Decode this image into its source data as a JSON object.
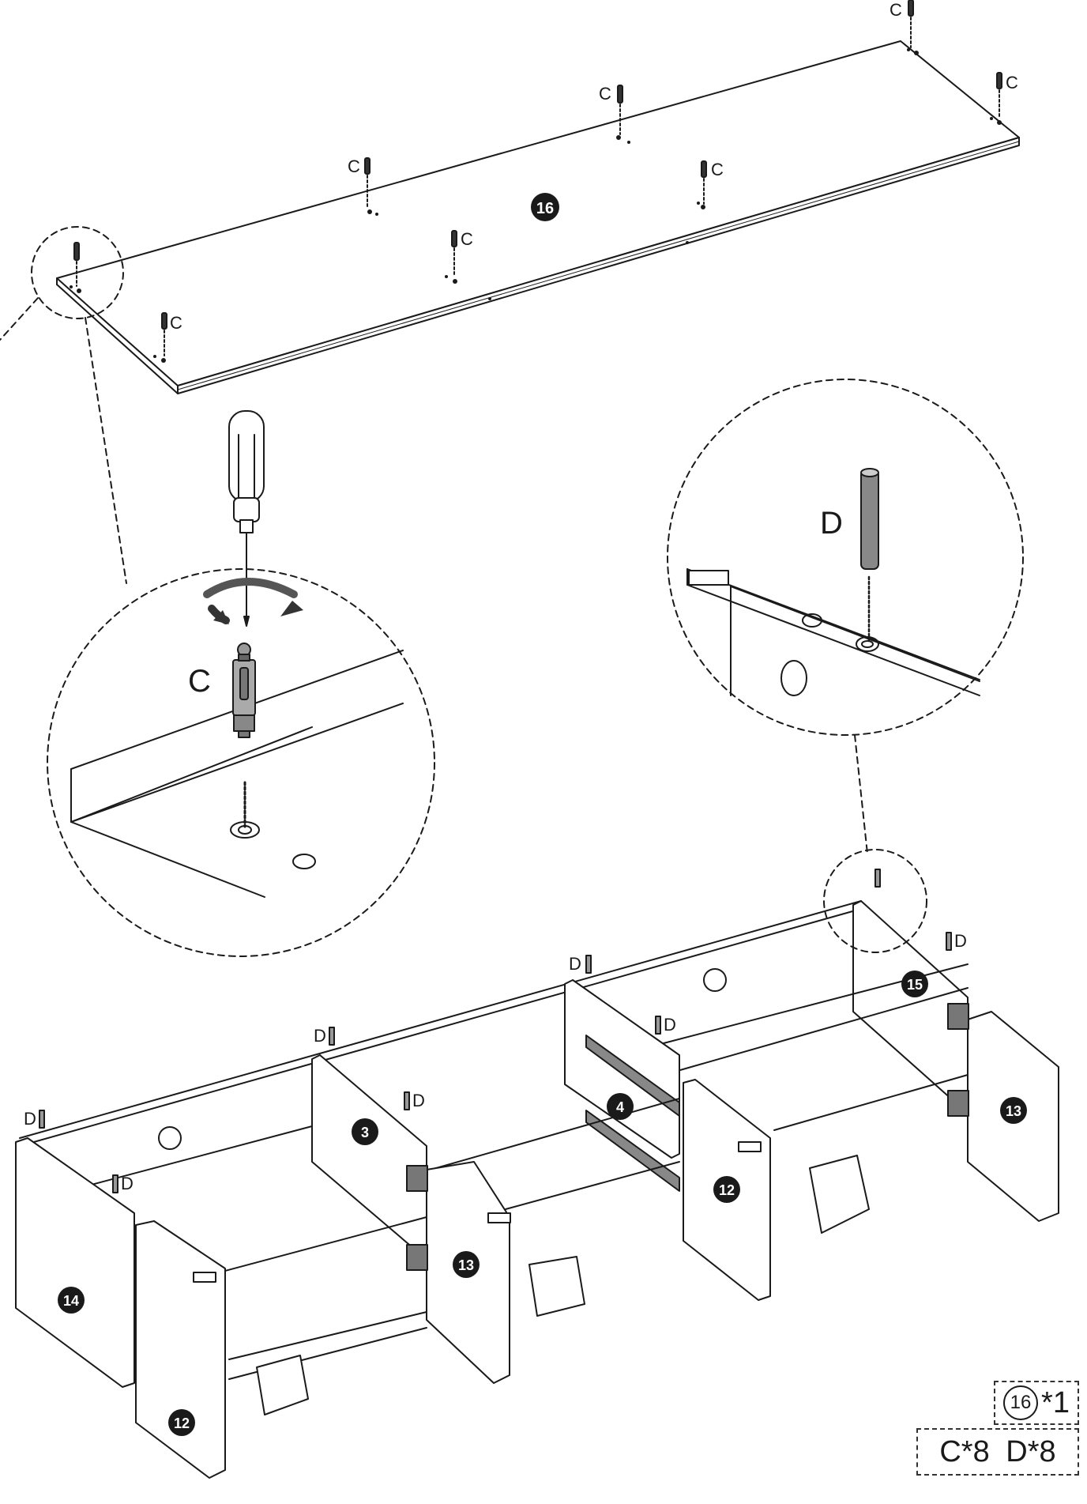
{
  "panel": {
    "number": "16"
  },
  "top_labels": {
    "c": "C"
  },
  "detail_c": {
    "label": "C"
  },
  "detail_d": {
    "label": "D"
  },
  "cabinet_labels": {
    "d": "D"
  },
  "part_numbers": {
    "p14": "14",
    "p12a": "12",
    "p3": "3",
    "p13a": "13",
    "p4": "4",
    "p12b": "12",
    "p15": "15",
    "p13b": "13"
  },
  "requirements": {
    "panel_num": "16",
    "panel_qty": "*1",
    "hardware": "C*8 D*8"
  },
  "colors": {
    "line": "#1a1a1a",
    "badge": "#1a1a1a",
    "background": "#ffffff"
  }
}
